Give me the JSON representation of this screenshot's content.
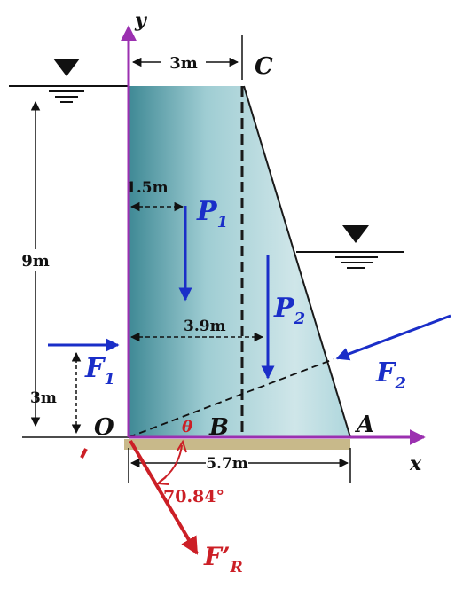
{
  "diagram": {
    "labels": {
      "axis_x": "x",
      "axis_y": "y",
      "origin": "O",
      "point_a": "A",
      "point_b": "B",
      "point_c": "C",
      "theta": "θ"
    },
    "dimensions": {
      "top_width": "3m",
      "p1_offset": "1.5m",
      "p2_offset": "3.9m",
      "base_width": "5.7m",
      "water_height": "9m",
      "f1_height": "3m"
    },
    "forces": {
      "f1": {
        "main": "F",
        "sub": "1"
      },
      "f2": {
        "main": "F",
        "sub": "2"
      },
      "p1": {
        "main": "P",
        "sub": "1"
      },
      "p2": {
        "main": "P",
        "sub": "2"
      },
      "fr": {
        "main": "F’",
        "sub": "R"
      }
    },
    "angle_text": "70.84°",
    "colors": {
      "axis": "#9b30b0",
      "force": "#1a2ec8",
      "resultant": "#cc1f26",
      "dam_fill": "#5a9ea8",
      "ground": "#c8b98a",
      "black": "#111111"
    }
  }
}
